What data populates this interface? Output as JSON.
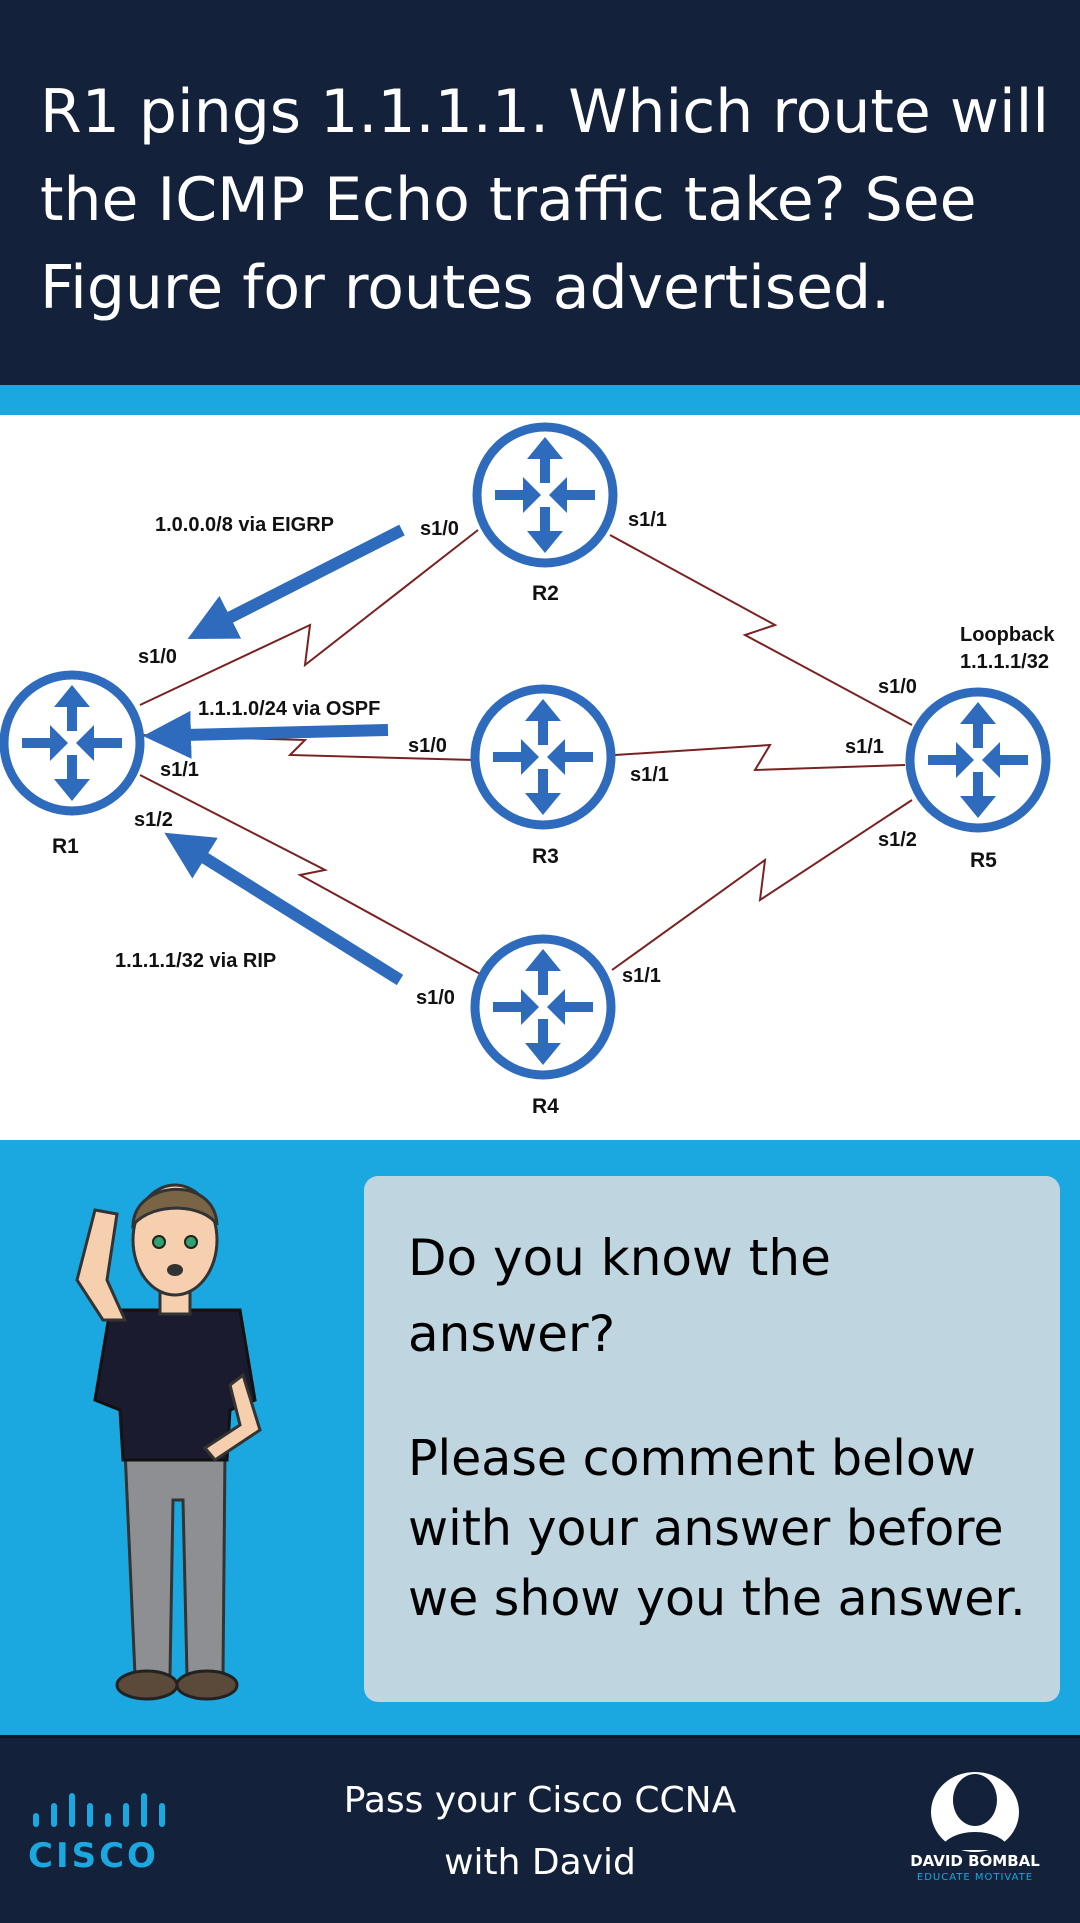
{
  "header": {
    "question": "R1 pings 1.1.1.1. Which route will the ICMP Echo traffic take? See Figure for routes advertised."
  },
  "diagram": {
    "routers": {
      "r1": "R1",
      "r2": "R2",
      "r3": "R3",
      "r4": "R4",
      "r5": "R5"
    },
    "interfaces": {
      "r1_s10": "s1/0",
      "r1_s11": "s1/1",
      "r1_s12": "s1/2",
      "r2_s10": "s1/0",
      "r2_s11": "s1/1",
      "r3_s10": "s1/0",
      "r3_s11": "s1/1",
      "r4_s10": "s1/0",
      "r4_s11": "s1/1",
      "r5_s10": "s1/0",
      "r5_s11": "s1/1",
      "r5_s12": "s1/2"
    },
    "routes": {
      "eigrp": "1.0.0.0/8 via EIGRP",
      "ospf": "1.1.1.0/24 via OSPF",
      "rip": "1.1.1.1/32 via RIP"
    },
    "loopback": {
      "label": "Loopback",
      "address": "1.1.1.1/32"
    },
    "colors": {
      "router": "#2f6bbd",
      "link": "#7a2222",
      "arrow": "#2f6bbd"
    }
  },
  "prompt": {
    "question": "Do you know the answer?",
    "instruction": "Please comment below with your answer before we show you the answer."
  },
  "footer": {
    "tagline": "Pass your Cisco CCNA with David",
    "cisco_logo_text": "CISCO",
    "bombal_name": "DAVID BOMBAL",
    "bombal_tagline": "EDUCATE MOTIVATE"
  },
  "colors": {
    "header_bg": "#13213a",
    "accent": "#1ba8e0",
    "card_bg": "#bfd5df"
  }
}
